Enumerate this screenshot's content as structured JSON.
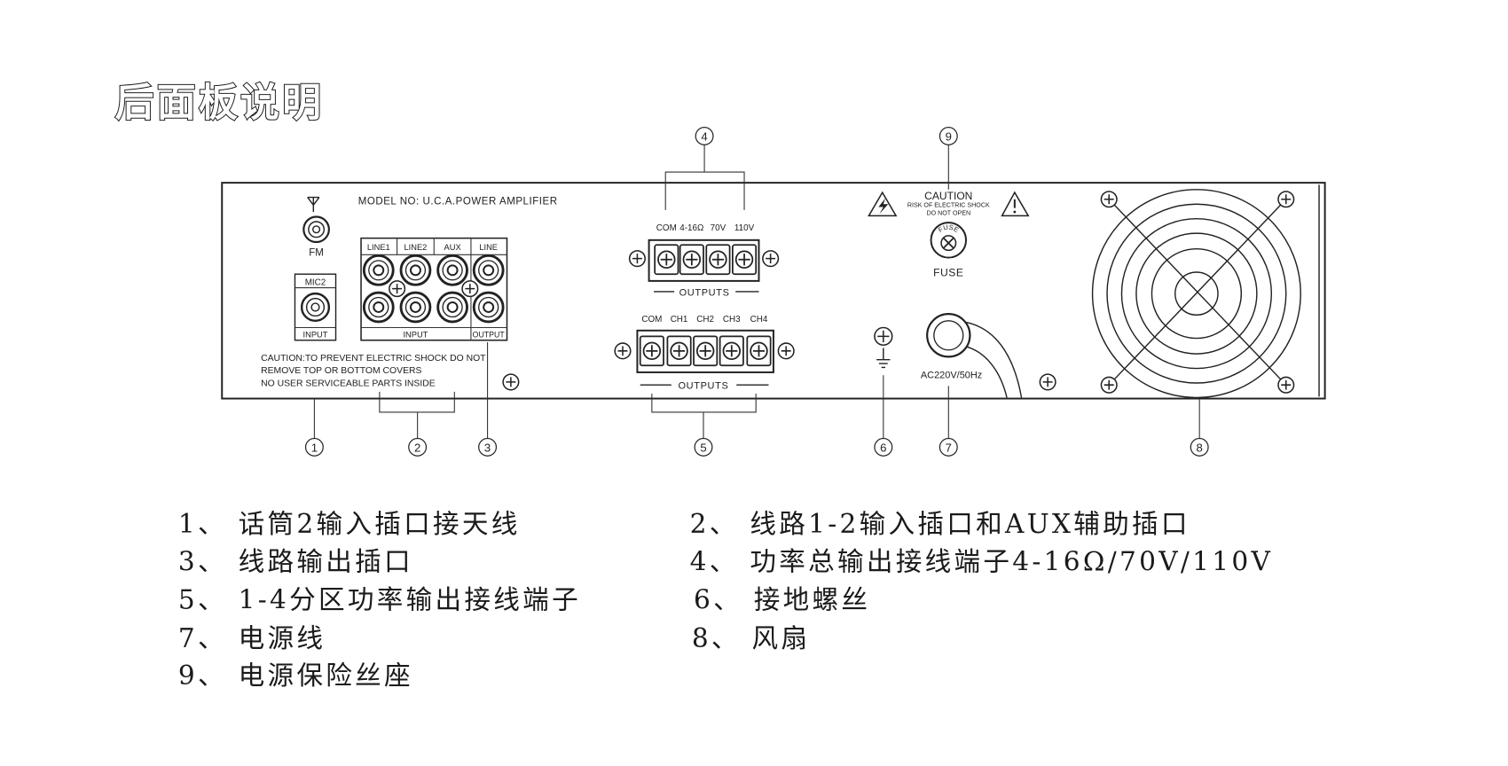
{
  "title": "后面板说明",
  "panel": {
    "model": "MODEL NO:  U.C.A.POWER AMPLIFIER",
    "fm_label": "FM",
    "mic": {
      "top": "MIC2",
      "bottom": "INPUT"
    },
    "rca": {
      "headers": [
        "LINE1",
        "LINE2",
        "AUX",
        "LINE"
      ],
      "input_label": "INPUT",
      "output_label": "OUTPUT"
    },
    "caution_lines": [
      "CAUTION:TO PREVENT ELECTRIC SHOCK DO NOT",
      "REMOVE TOP OR BOTTOM COVERS",
      "NO USER SERVICEABLE PARTS INSIDE"
    ],
    "speaker_out": {
      "terminals": [
        "COM",
        "4-16Ω",
        "70V",
        "110V"
      ],
      "label": "OUTPUTS"
    },
    "zone_out": {
      "terminals": [
        "COM",
        "CH1",
        "CH2",
        "CH3",
        "CH4"
      ],
      "label": "OUTPUTS"
    },
    "warning": {
      "title": "CAUTION",
      "line1": "RISK OF ELECTRIC SHOCK",
      "line2": "DO NOT OPEN"
    },
    "fuse": {
      "cap_text": "FUSE",
      "label": "FUSE"
    },
    "power_label": "AC220V/50Hz"
  },
  "callouts": [
    "1",
    "2",
    "3",
    "4",
    "5",
    "6",
    "7",
    "8",
    "9"
  ],
  "legend": [
    "1、 话筒2输入插口接天线",
    "2、 线路1-2输入插口和AUX辅助插口",
    "3、 线路输出插口",
    "4、 功率总输出接线端子4-16Ω/70V/110V",
    "5、 1-4分区功率输出接线端子",
    "6、 接地螺丝",
    "7、 电源线",
    "8、 风扇",
    "9、 电源保险丝座"
  ]
}
